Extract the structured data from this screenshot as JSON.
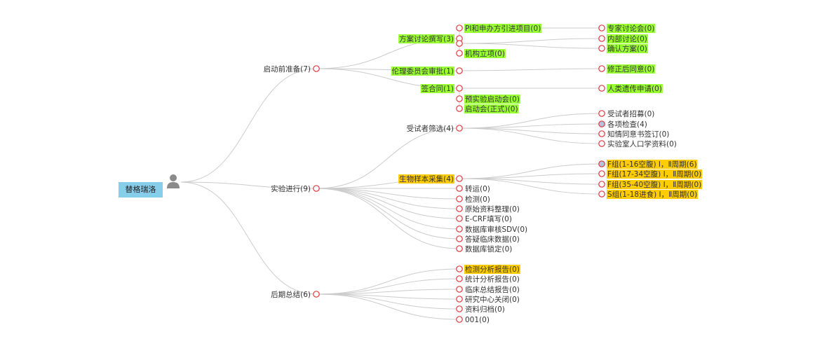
{
  "root": {
    "label": "替格瑞洛",
    "icon": "user-icon"
  },
  "colors": {
    "link": "#cccccc",
    "node_stroke": "#e0393e",
    "node_fill": "#ffffff",
    "node_fill_selected": "#b0c4de",
    "highlight_green": "#99ff33",
    "highlight_yellow": "#ffcc00",
    "root_bg": "#87ceeb",
    "text": "#333333"
  },
  "tree": [
    {
      "label": "启动前准备(7)",
      "children": [
        {
          "label": "方案讨论撰写(3)",
          "highlight": "green",
          "children": [
            {
              "label": "PI和申办方引进项目(0)",
              "highlight": "green",
              "children": [
                {
                  "label": "专家讨论会(0)",
                  "highlight": "green"
                }
              ]
            },
            {
              "label": "",
              "children": [
                {
                  "label": "内部讨论(0)",
                  "highlight": "green"
                },
                {
                  "label": "确认方案(0)",
                  "highlight": "green"
                }
              ]
            },
            {
              "label": "机构立项(0)",
              "highlight": "green"
            }
          ]
        },
        {
          "label": "伦理委员会审批(1)",
          "highlight": "green",
          "children": [
            {
              "label": "修正后同意(0)",
              "highlight": "green"
            }
          ]
        },
        {
          "label": "签合同(1)",
          "highlight": "green",
          "children": [
            {
              "label": "人类遗传申请(0)",
              "highlight": "green"
            },
            {
              "label": "预实验启动会(0)",
              "highlight": "green"
            },
            {
              "label": "启动会(正式)(0)",
              "highlight": "green"
            }
          ]
        }
      ]
    },
    {
      "label": "实验进行(9)",
      "children": [
        {
          "label": "受试者筛选(4)",
          "children": [
            {
              "label": "受试者招募(0)"
            },
            {
              "label": "各项检查(4)",
              "selected": true
            },
            {
              "label": "知情同意书签订(0)"
            },
            {
              "label": "实验室人口学资料(0)"
            }
          ]
        },
        {
          "label": "生物样本采集(4)",
          "highlight": "yellow",
          "children": [
            {
              "label": "F组(1-16空腹) Ⅰ，Ⅱ周期(6)",
              "highlight": "yellow",
              "selected": true
            },
            {
              "label": "F组(17-34空腹) Ⅰ，Ⅱ周期(0)",
              "highlight": "yellow"
            },
            {
              "label": "F组(35-40空腹) Ⅰ，Ⅱ周期(0)",
              "highlight": "yellow"
            },
            {
              "label": "S组(1-18进食) Ⅰ，Ⅱ周期(0)",
              "highlight": "yellow"
            }
          ]
        },
        {
          "label": "转运(0)"
        },
        {
          "label": "检测(0)"
        },
        {
          "label": "原始资料整理(0)"
        },
        {
          "label": "E-CRF填写(0)"
        },
        {
          "label": "数据库审核SDV(0)"
        },
        {
          "label": "答疑临床数据(0)"
        },
        {
          "label": "数据库锁定(0)"
        }
      ]
    },
    {
      "label": "后期总结(6)",
      "children": [
        {
          "label": "检测分析报告(0)",
          "highlight": "yellow"
        },
        {
          "label": "统计分析报告(0)"
        },
        {
          "label": "临床总结报告(0)"
        },
        {
          "label": "研究中心关闭(0)"
        },
        {
          "label": "资料归档(0)"
        },
        {
          "label": "001(0)"
        }
      ]
    }
  ]
}
